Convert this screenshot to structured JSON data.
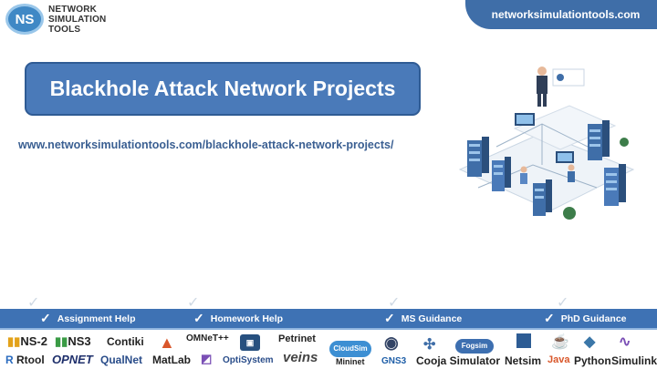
{
  "brand": {
    "logo_initials": "NS",
    "logo_lines": [
      "NETWORK",
      "SIMULATION",
      "TOOLS"
    ],
    "site_url": "networksimulationtools.com"
  },
  "main": {
    "title": "Blackhole Attack Network Projects",
    "page_url": "www.networksimulationtools.com/blackhole-attack-network-projects/"
  },
  "services": [
    {
      "label": "Assignment Help"
    },
    {
      "label": "Homework Help"
    },
    {
      "label": "MS  Guidance"
    },
    {
      "label": "PhD  Guidance"
    }
  ],
  "tools": {
    "ns2": "NS-2",
    "ns3": "NS3",
    "contiki": "Contiki",
    "omnet": "OMNeT++",
    "petrinet": "Petrinet",
    "cloudsim": "CloudSim",
    "fogsim": "Fogsim",
    "rtool": "Rtool",
    "opnet": "OPNET",
    "qualnet": "QualNet",
    "matlab": "MatLab",
    "optisystem": "OptiSystem",
    "veins": "veins",
    "mininet": "Mininet",
    "gns3": "GNS3",
    "cooja": "Cooja Simulator",
    "netsim": "Netsim",
    "java": "Java",
    "python": "Python",
    "simulink": "Simulink"
  },
  "colors": {
    "accent": "#3f6ea8",
    "title_box": "#4a7ab9",
    "service_bar": "#3e72b4",
    "url_text": "#3a5f92"
  }
}
